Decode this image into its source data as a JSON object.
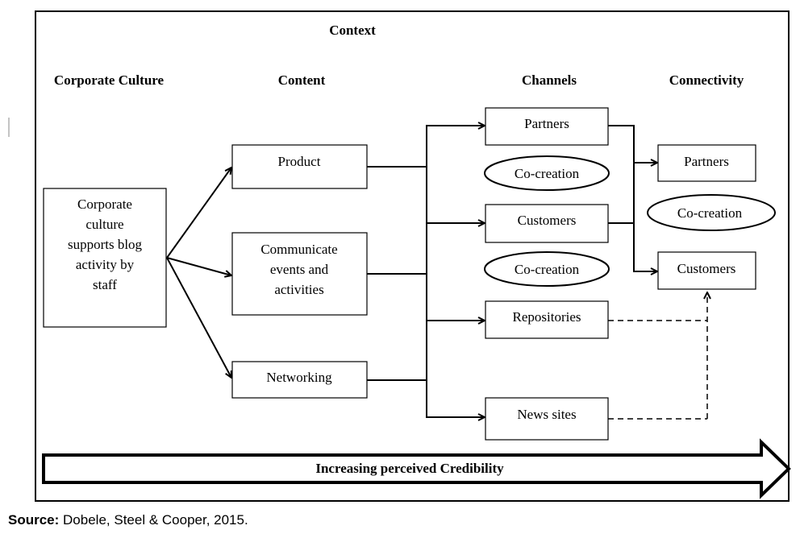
{
  "title": "Context",
  "headers": {
    "corporate_culture": "Corporate Culture",
    "content": "Content",
    "channels": "Channels",
    "connectivity": "Connectivity"
  },
  "culture_box": [
    "Corporate",
    "culture",
    "supports blog",
    "activity by",
    "staff"
  ],
  "content_items": {
    "product": "Product",
    "communicate": [
      "Communicate",
      "events and",
      "activities"
    ],
    "networking": "Networking"
  },
  "channel_items": {
    "partners": "Partners",
    "cocreation_1": "Co-creation",
    "customers": "Customers",
    "cocreation_2": "Co-creation",
    "repositories": "Repositories",
    "news_sites": "News sites"
  },
  "connectivity_items": {
    "partners": "Partners",
    "cocreation": "Co-creation",
    "customers": "Customers"
  },
  "credibility_arrow": "Increasing perceived Credibility",
  "source": {
    "label": "Source:",
    "text": "Dobele, Steel & Cooper, 2015."
  }
}
